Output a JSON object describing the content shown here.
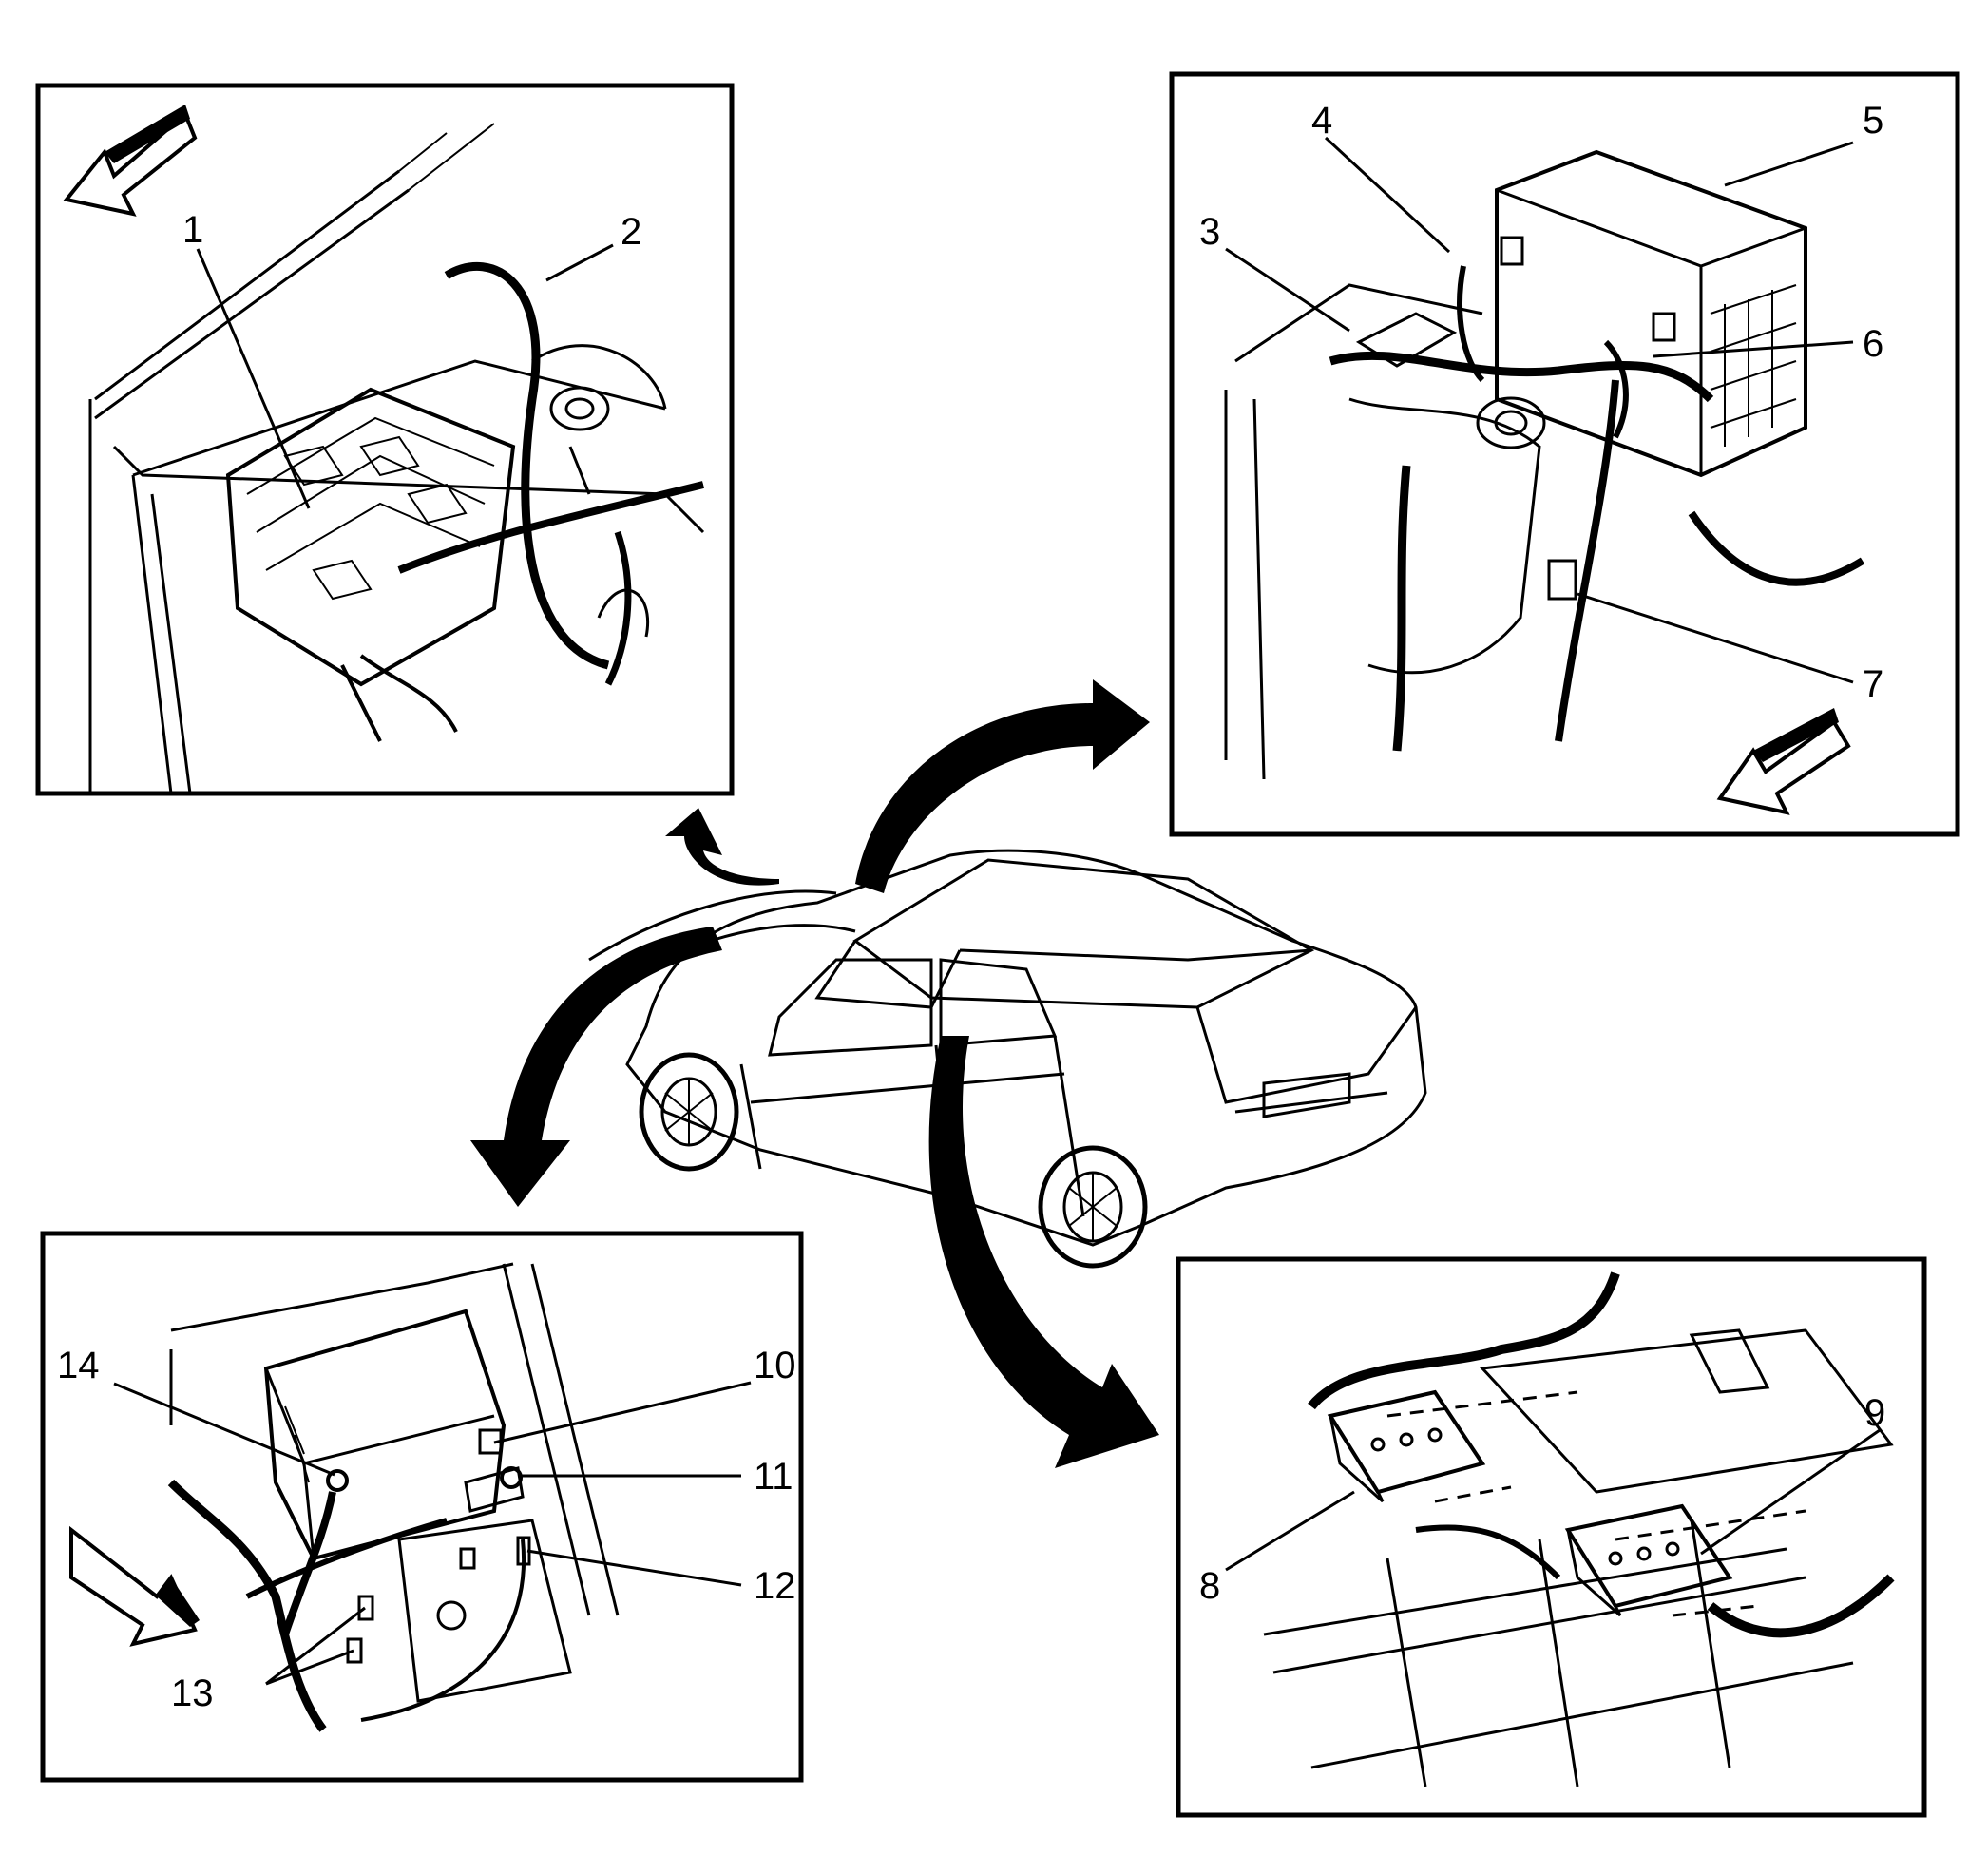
{
  "diagram": {
    "callouts": [
      "1",
      "2",
      "3",
      "4",
      "5",
      "6",
      "7",
      "8",
      "9",
      "10",
      "11",
      "12",
      "13",
      "14"
    ]
  },
  "colors": {
    "ink": "#000000",
    "paper": "#ffffff"
  }
}
